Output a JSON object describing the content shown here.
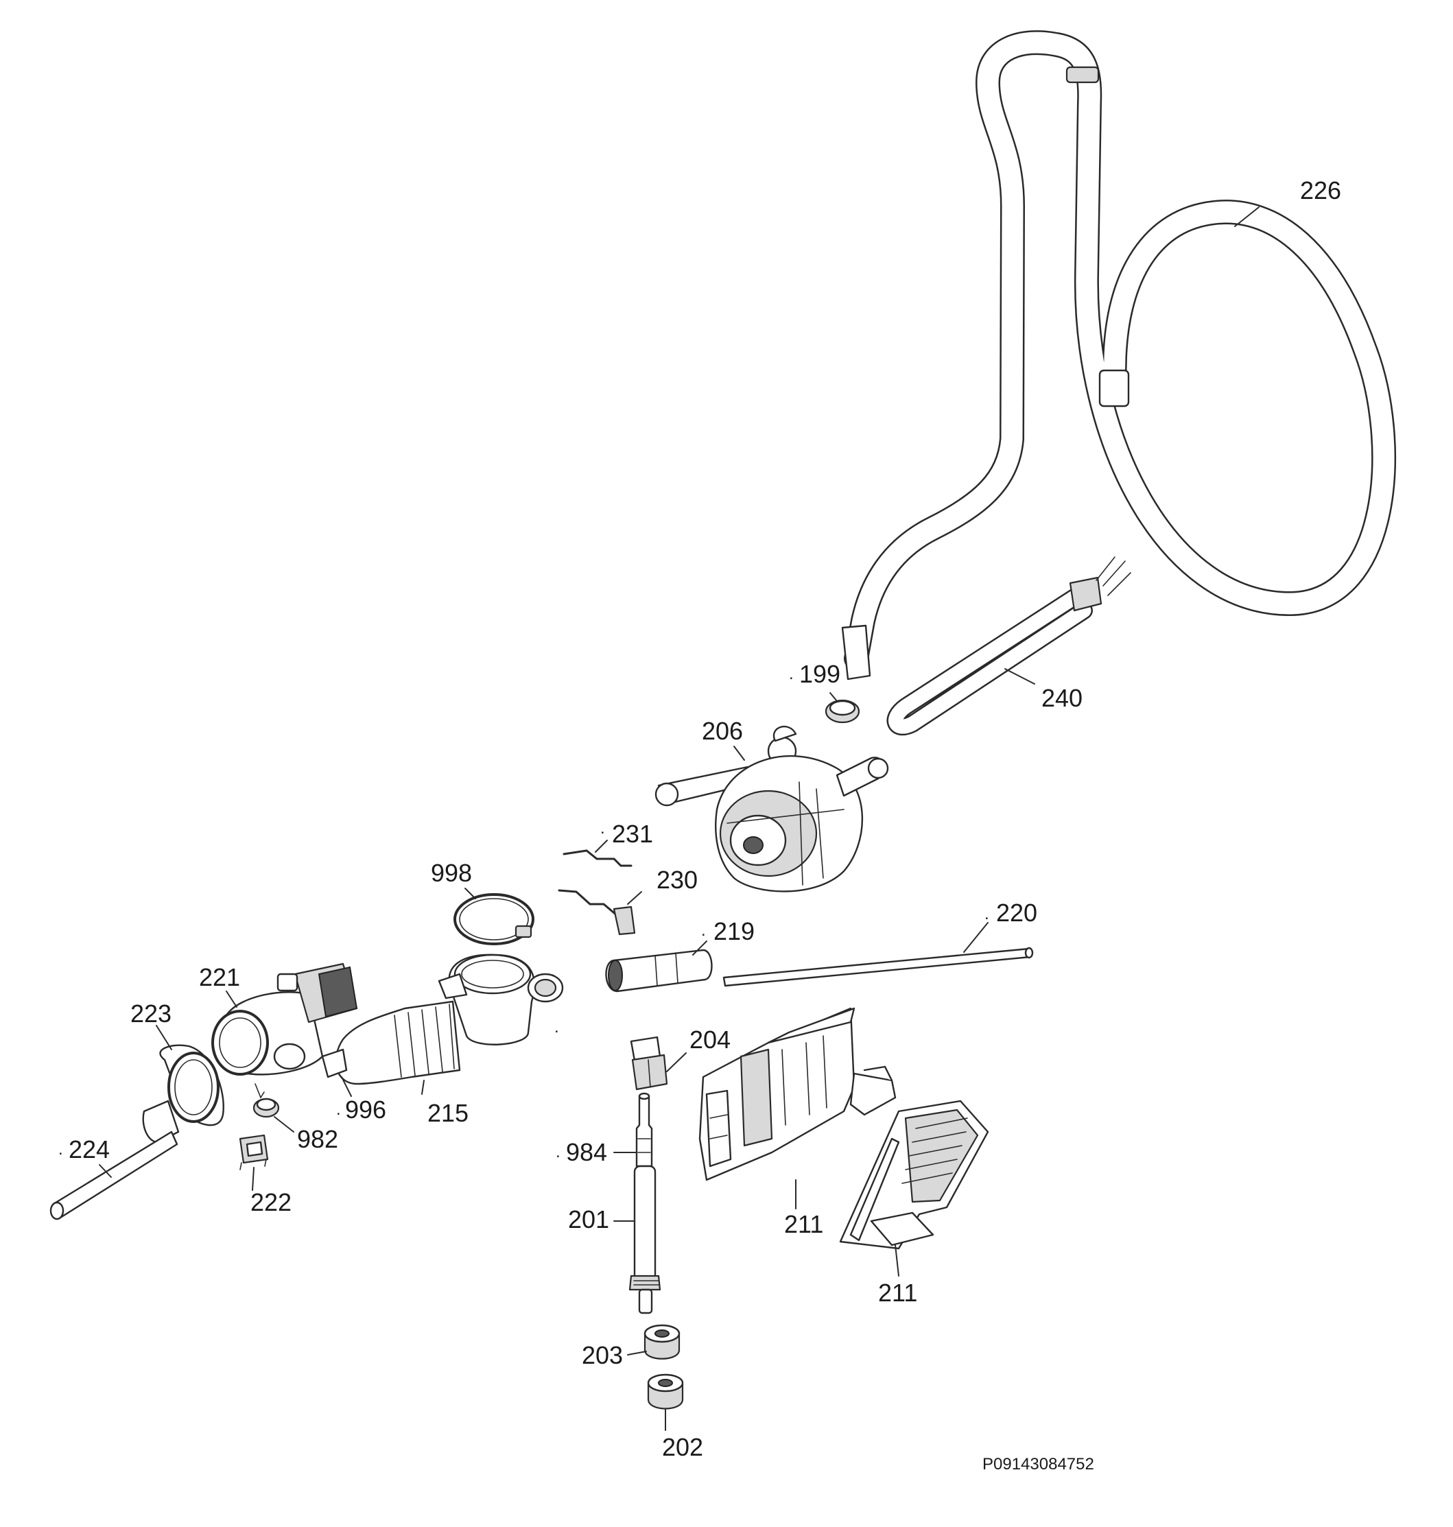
{
  "diagram": {
    "type": "exploded-parts-diagram",
    "reference_code": "P09143084752",
    "callouts": [
      {
        "id": "226",
        "label": "226"
      },
      {
        "id": "240",
        "label": "240"
      },
      {
        "id": "199",
        "label": "199"
      },
      {
        "id": "206",
        "label": "206"
      },
      {
        "id": "231",
        "label": "231"
      },
      {
        "id": "230",
        "label": "230"
      },
      {
        "id": "998",
        "label": "998"
      },
      {
        "id": "219",
        "label": "219"
      },
      {
        "id": "220",
        "label": "220"
      },
      {
        "id": "221",
        "label": "221"
      },
      {
        "id": "223",
        "label": "223"
      },
      {
        "id": "204",
        "label": "204"
      },
      {
        "id": "996",
        "label": "996"
      },
      {
        "id": "215",
        "label": "215"
      },
      {
        "id": "982",
        "label": "982"
      },
      {
        "id": "224",
        "label": "224"
      },
      {
        "id": "222",
        "label": "222"
      },
      {
        "id": "984",
        "label": "984"
      },
      {
        "id": "201",
        "label": "201"
      },
      {
        "id": "211a",
        "label": "211"
      },
      {
        "id": "211b",
        "label": "211"
      },
      {
        "id": "203",
        "label": "203"
      },
      {
        "id": "202",
        "label": "202"
      }
    ]
  }
}
